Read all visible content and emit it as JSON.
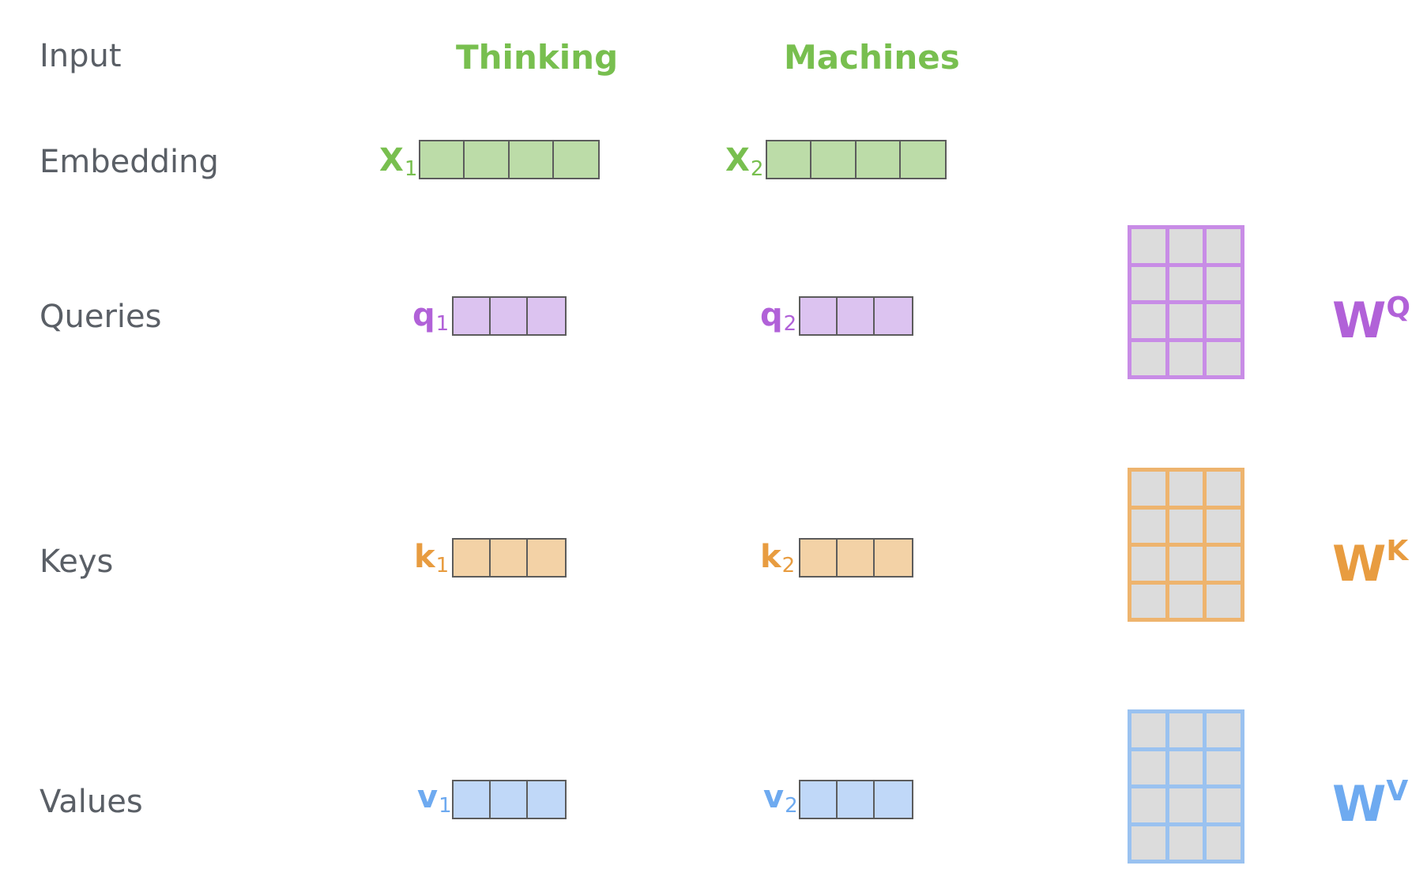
{
  "rows": {
    "input": "Input",
    "embedding": "Embedding",
    "queries": "Queries",
    "keys": "Keys",
    "values": "Values"
  },
  "words": [
    "Thinking",
    "Machines"
  ],
  "embeddings": [
    {
      "base": "X",
      "sub": "1"
    },
    {
      "base": "X",
      "sub": "2"
    }
  ],
  "queries": [
    {
      "base": "q",
      "sub": "1"
    },
    {
      "base": "q",
      "sub": "2"
    }
  ],
  "keys": [
    {
      "base": "k",
      "sub": "1"
    },
    {
      "base": "k",
      "sub": "2"
    }
  ],
  "values": [
    {
      "base": "v",
      "sub": "1"
    },
    {
      "base": "v",
      "sub": "2"
    }
  ],
  "weights": [
    {
      "base": "W",
      "sup": "Q"
    },
    {
      "base": "W",
      "sup": "K"
    },
    {
      "base": "W",
      "sup": "V"
    }
  ],
  "colors": {
    "label_gray": "#5a5f66",
    "green_text": "#78bf4f",
    "green_fill": "#bcdca8",
    "purple_text": "#b161d8",
    "purple_fill": "#dcc3f0",
    "purple_border": "#c88ce6",
    "orange_text": "#e89c40",
    "orange_fill": "#f3d2a6",
    "orange_border": "#eeb46e",
    "blue_text": "#6eaaf0",
    "blue_fill": "#c0d8f8",
    "blue_border": "#9ac2f0",
    "matrix_cell": "#dcdcdc"
  }
}
